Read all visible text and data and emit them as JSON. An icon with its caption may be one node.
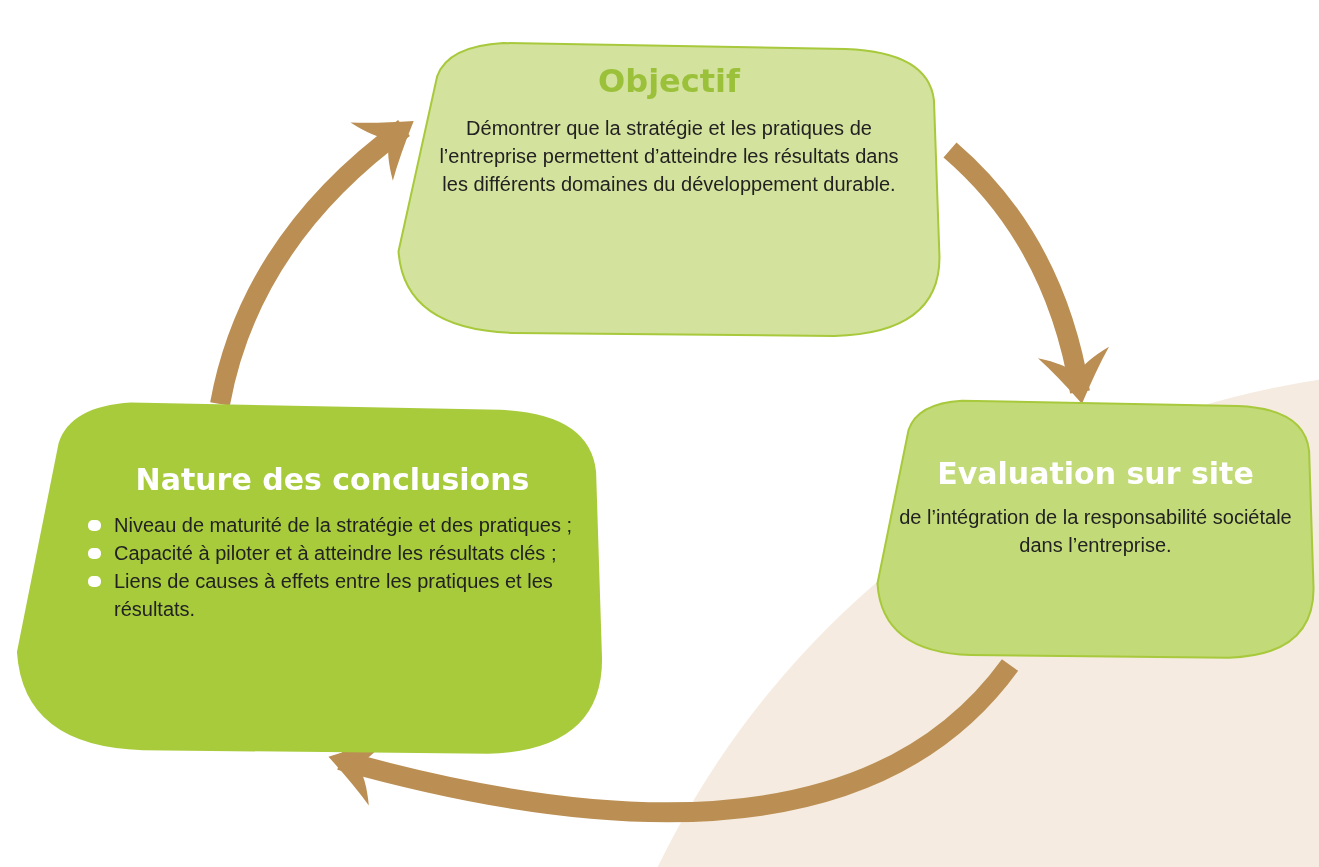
{
  "diagram": {
    "nodes": [
      {
        "text": [
          "Objectif",
          "Démontrer que la stratégie et les pratiques de l’entreprise permettent d’atteindre les résultats dans les différents domaines du développement durable."
        ]
      },
      {
        "text": [
          "Evaluation sur site",
          "de l’intégration de la responsabilité sociétale dans l’entreprise."
        ]
      },
      {
        "text": [
          "Nature des conclusions",
          "Niveau de maturité de la stratégie et des pratiques ;",
          "Capacité à piloter et à atteindre les résultats clés ;",
          "Liens de causes à effets entre les pratiques et les résultats."
        ]
      }
    ],
    "edges": [
      {
        "from": 0,
        "to": 1,
        "arrow": "to"
      },
      {
        "from": 1,
        "to": 2,
        "arrow": "to"
      },
      {
        "from": 2,
        "to": 0,
        "arrow": "to"
      }
    ]
  }
}
